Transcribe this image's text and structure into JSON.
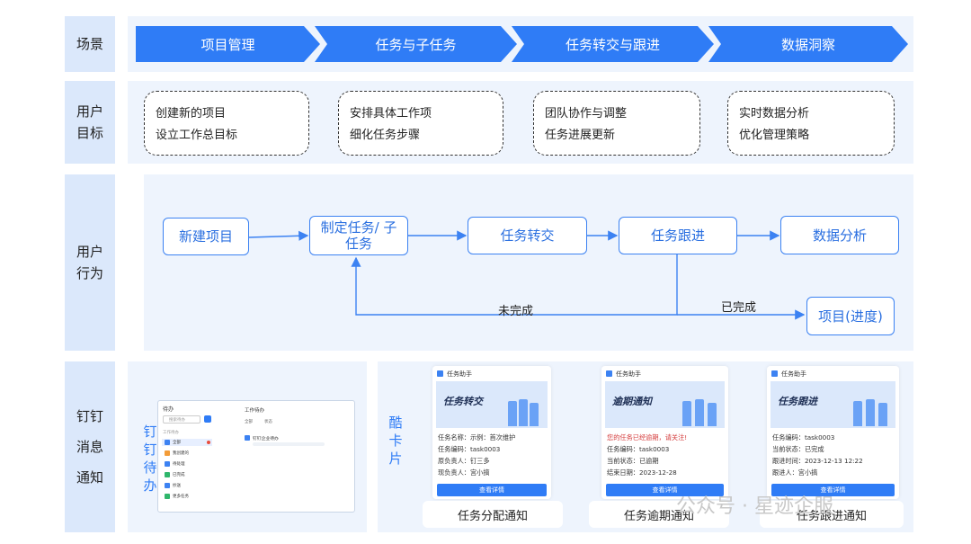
{
  "rows": {
    "scene": "场景",
    "goal": "用户\n目标",
    "behavior": "用户\n行为",
    "notify": "钉钉\n消息\n通知"
  },
  "scenes": [
    "项目管理",
    "任务与子任务",
    "任务转交与跟进",
    "数据洞察"
  ],
  "goals": [
    [
      "创建新的项目",
      "设立工作总目标"
    ],
    [
      "安排具体工作项",
      "细化任务步骤"
    ],
    [
      "团队协作与调整",
      "任务进展更新"
    ],
    [
      "实时数据分析",
      "优化管理策略"
    ]
  ],
  "flow": {
    "nodes": [
      "新建项目",
      "制定任务/ 子\n任务",
      "任务转交",
      "任务跟进",
      "数据分析",
      "项目(进度)"
    ],
    "loop_label": "未完成",
    "done_label": "已完成"
  },
  "notify": {
    "todo_vertical": "钉\n钉\n待\n办",
    "card_vertical": "酷\n卡\n片",
    "todo_window": {
      "title": "待办",
      "search_placeholder": "搜索待办",
      "header": "工作待办",
      "group_label": "工作待办",
      "sidebar_items": [
        "全部",
        "我创建的",
        "待处理",
        "已完成",
        "抄送",
        "更多任务"
      ],
      "task_title": "钉钉企业待办",
      "filters": [
        "全部",
        "状态"
      ]
    },
    "cards": [
      {
        "head": "任务助手",
        "banner": "任务转交",
        "lines": [
          "任务名称：示例：首次维护",
          "任务编码：task0003",
          "原负责人：钉三多",
          "现负责人：宫小搞"
        ],
        "icons": [
          "plus-icon",
          "grid-icon",
          "user-icon",
          "user-icon"
        ],
        "button": "查看详情",
        "caption": "任务分配通知"
      },
      {
        "head": "任务助手",
        "banner": "逾期通知",
        "warn": "您的任务已经逾期，请关注!",
        "lines": [
          "任务编码：task0003",
          "当前状态：已逾期",
          "结束日期：2023-12-28"
        ],
        "icons": [
          "grid-icon",
          "status-icon",
          "calendar-icon"
        ],
        "button": "查看详情",
        "caption": "任务逾期通知"
      },
      {
        "head": "任务助手",
        "banner": "任务跟进",
        "lines": [
          "任务编码：task0003",
          "当前状态：已完成",
          "跟进时间：2023-12-13 12:22",
          "跟进人：宫小搞"
        ],
        "icons": [
          "grid-icon",
          "status-icon",
          "calendar-icon",
          "user-icon"
        ],
        "button": "查看详情",
        "caption": "任务跟进通知"
      }
    ]
  },
  "watermark": "公众号 · 星迹企服",
  "colors": {
    "accent": "#2f7cf6",
    "row_label_bg": "#dbe8fb",
    "row_bg": "#eef4fd"
  }
}
